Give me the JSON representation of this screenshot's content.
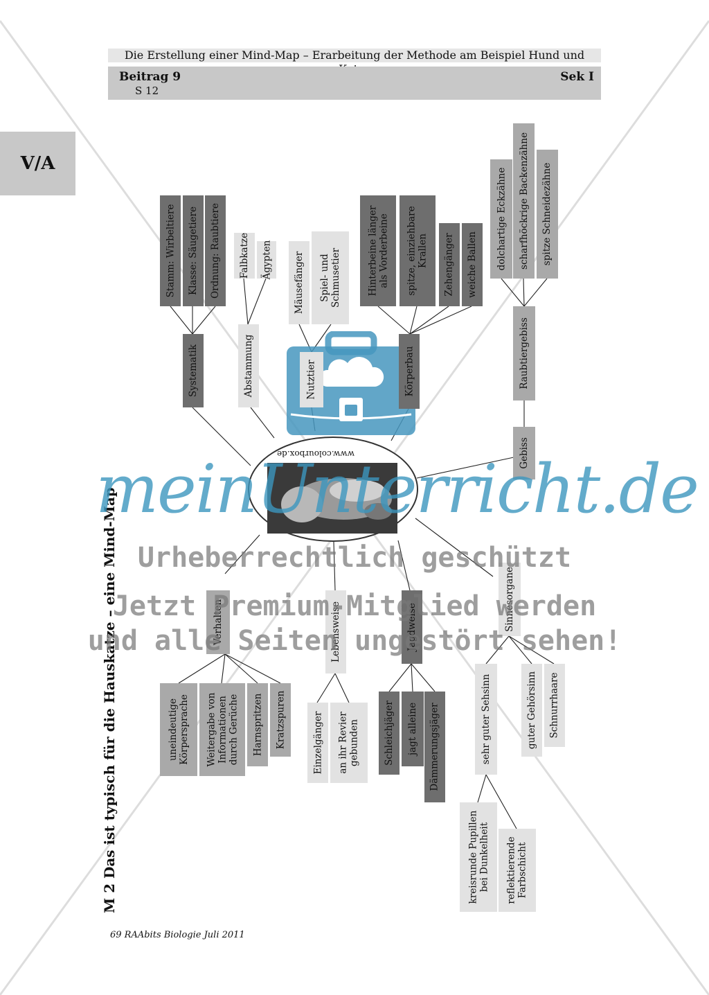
{
  "header": {
    "top_title": "Die Erstellung einer Mind-Map – Erarbeitung der Methode am Beispiel Hund und Katze",
    "beitrag": "Beitrag 9",
    "seite": "S 12",
    "sek": "Sek I"
  },
  "side_tab": "V/A",
  "page_title": "M 2   Das ist typisch für die Hauskatze – eine Mind-Map",
  "footer": "69 RAAbits Biologie Juli 2011",
  "mindmap": {
    "center_caption": "www.colourbox.de",
    "branches": {
      "systematik": {
        "label": "Systematik",
        "children": [
          "Stamm: Wirbeltiere",
          "Klasse: Säugetiere",
          "Ordnung: Raubtiere"
        ]
      },
      "abstammung": {
        "label": "Abstammung",
        "children": [
          "Falbkatze",
          "Ägypten"
        ]
      },
      "nutztier": {
        "label": "Nutztier",
        "children": [
          "Mäusefänger",
          "Spiel- und\nSchmusetier"
        ]
      },
      "koerperbau": {
        "label": "Körperbau",
        "children": [
          "Hinterbeine länger\nals Vorderbeine",
          "spitze, einziehbare\nKrallen",
          "Zehengänger",
          "weiche Ballen"
        ]
      },
      "gebiss": {
        "label": "Gebiss",
        "sub": "Raubtiergebiss",
        "children": [
          "dolchartige Eckzähne",
          "scharfhöckrige Backenzähne",
          "spitze Schneidezähne"
        ]
      },
      "verhalten": {
        "label": "Verhalten",
        "children": [
          "uneindeutige\nKörpersprache",
          "Weitergabe von\nInformationen\ndurch Gerüche",
          "Harnspritzen",
          "Kratzspuren"
        ]
      },
      "lebensweise": {
        "label": "Lebensweise",
        "children": [
          "Einzelgänger",
          "an ihr Revier\ngebunden"
        ]
      },
      "jagdweise": {
        "label": "Jagdweise",
        "children": [
          "Schleichjäger",
          "jagt alleine",
          "Dämmerungsjäger"
        ]
      },
      "sinnesorgane": {
        "label": "Sinnesorgane",
        "children": [
          "sehr guter Sehsinn",
          "guter Gehörsinn",
          "Schnurrhaare"
        ],
        "sehsinn_children": [
          "kreisrunde Pupillen\nbei Dunkelheit",
          "reflektierende\nFarbschicht"
        ]
      }
    }
  },
  "watermark": {
    "logo": "meinUnterricht.de",
    "line1": "Urheberrechtlich geschützt",
    "line2": "Jetzt Premium-Mitglied werden",
    "line3": "und alle Seiten ungestört sehen!"
  }
}
